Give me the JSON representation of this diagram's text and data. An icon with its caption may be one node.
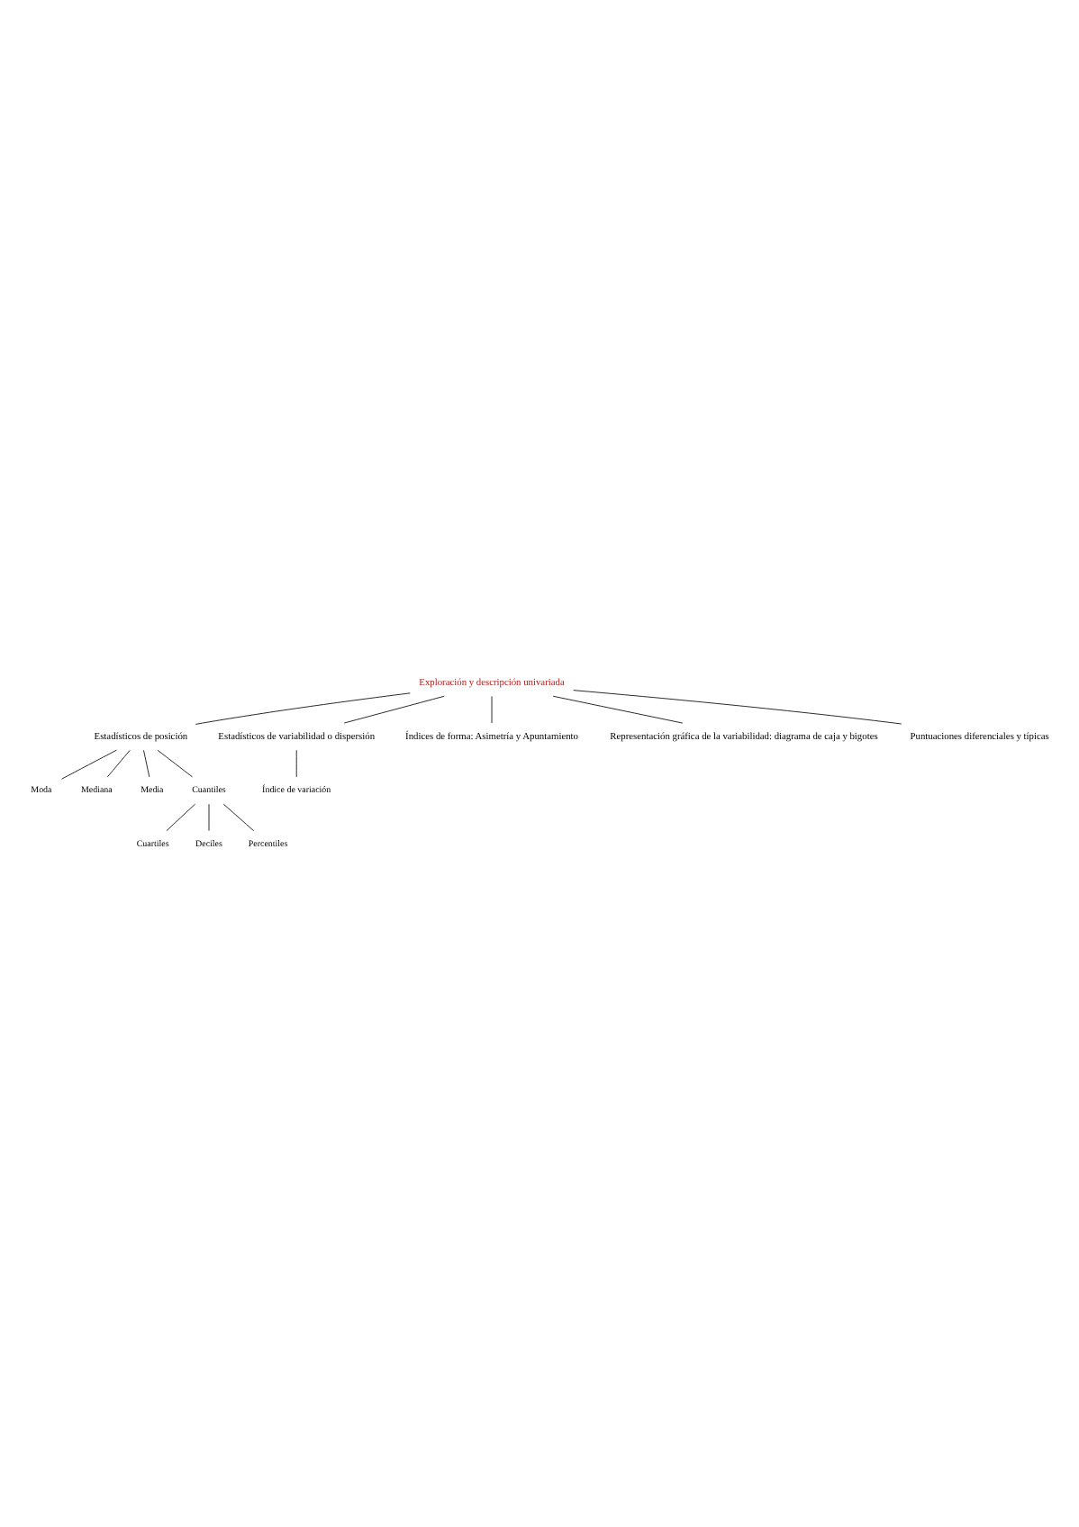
{
  "diagram": {
    "nodes": [
      {
        "text": [
          "Exploración y descripción univariada"
        ]
      },
      {
        "text": [
          "Estadísticos de posición"
        ]
      },
      {
        "text": [
          "Estadísticos de variabilidad o dispersión"
        ]
      },
      {
        "text": [
          "Índices de forma: Asimetría y Apuntamiento"
        ]
      },
      {
        "text": [
          "Representación gráfica de la variabilidad: diagrama de caja y bigotes"
        ]
      },
      {
        "text": [
          "Puntuaciones diferenciales y típicas"
        ]
      },
      {
        "text": [
          "Moda"
        ]
      },
      {
        "text": [
          "Mediana"
        ]
      },
      {
        "text": [
          "Media"
        ]
      },
      {
        "text": [
          "Cuantiles"
        ]
      },
      {
        "text": [
          "Cuartiles"
        ]
      },
      {
        "text": [
          "Deciles"
        ]
      },
      {
        "text": [
          "Percentiles"
        ]
      },
      {
        "text": [
          "Índice de variación"
        ]
      }
    ],
    "edges": [
      {
        "from": 0,
        "to": 1,
        "arrow": "none"
      },
      {
        "from": 0,
        "to": 2,
        "arrow": "none"
      },
      {
        "from": 0,
        "to": 3,
        "arrow": "none"
      },
      {
        "from": 0,
        "to": 4,
        "arrow": "none"
      },
      {
        "from": 0,
        "to": 5,
        "arrow": "none"
      },
      {
        "from": 1,
        "to": 6,
        "arrow": "none"
      },
      {
        "from": 1,
        "to": 7,
        "arrow": "none"
      },
      {
        "from": 1,
        "to": 8,
        "arrow": "none"
      },
      {
        "from": 1,
        "to": 9,
        "arrow": "none"
      },
      {
        "from": 9,
        "to": 10,
        "arrow": "none"
      },
      {
        "from": 9,
        "to": 11,
        "arrow": "none"
      },
      {
        "from": 9,
        "to": 12,
        "arrow": "none"
      },
      {
        "from": 2,
        "to": 13,
        "arrow": "none"
      }
    ]
  }
}
